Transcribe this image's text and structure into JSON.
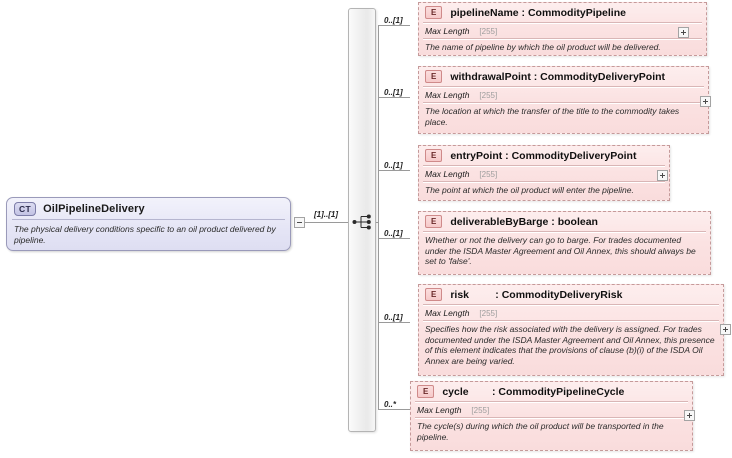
{
  "root": {
    "badge": "CT",
    "name": "OilPipelineDelivery",
    "documentation": "The physical delivery conditions specific to an oil product delivered by pipeline.",
    "cardinality": "[1]..[1]"
  },
  "compositor": {
    "kind": "sequence",
    "icon": "sequence-icon"
  },
  "facet_label": "Max Length",
  "facet_value": "[255]",
  "elements": [
    {
      "badge": "E",
      "name": "pipelineName",
      "type": "CommodityPipeline",
      "label": "pipelineName : CommodityPipeline",
      "cardinality": "0..[1]",
      "facet_label": "Max Length",
      "facet_value": "[255]",
      "has_facet": true,
      "documentation": "The name of pipeline by which the oil product will be delivered."
    },
    {
      "badge": "E",
      "name": "withdrawalPoint",
      "type": "CommodityDeliveryPoint",
      "label": "withdrawalPoint : CommodityDeliveryPoint",
      "cardinality": "0..[1]",
      "facet_label": "Max Length",
      "facet_value": "[255]",
      "has_facet": true,
      "documentation": "The location at which the transfer of the title to the commodity takes place."
    },
    {
      "badge": "E",
      "name": "entryPoint",
      "type": "CommodityDeliveryPoint",
      "label": "entryPoint : CommodityDeliveryPoint",
      "cardinality": "0..[1]",
      "facet_label": "Max Length",
      "facet_value": "[255]",
      "has_facet": true,
      "documentation": "The point at which the oil product will enter the pipeline."
    },
    {
      "badge": "E",
      "name": "deliverableByBarge",
      "type": "boolean",
      "label": "deliverableByBarge : boolean",
      "cardinality": "0..[1]",
      "has_facet": false,
      "documentation": "Whether or not the delivery can go to barge. For trades documented under the ISDA Master Agreement and Oil Annex, this should always be set to 'false'."
    },
    {
      "badge": "E",
      "name": "risk",
      "type": "CommodityDeliveryRisk",
      "label": "risk         : CommodityDeliveryRisk",
      "cardinality": "0..[1]",
      "facet_label": "Max Length",
      "facet_value": "[255]",
      "has_facet": true,
      "documentation": "Specifies how the risk associated with the delivery is assigned. For trades documented under the ISDA Master Agreement and Oil Annex, this presence of this element indicates that the provisions of clause (b)(i) of the ISDA Oil Annex are being varied."
    },
    {
      "badge": "E",
      "name": "cycle",
      "type": "CommodityPipelineCycle",
      "label": "cycle        : CommodityPipelineCycle",
      "cardinality": "0..*",
      "facet_label": "Max Length",
      "facet_value": "[255]",
      "has_facet": true,
      "documentation": "The cycle(s) during which the oil product will be transported in the pipeline."
    }
  ],
  "colors": {
    "element_fill": "#fbe2e2",
    "element_border": "#c59a9a",
    "root_fill": "#e6e6f6",
    "root_border": "#9a9aba",
    "connector": "#9a9a9a"
  }
}
